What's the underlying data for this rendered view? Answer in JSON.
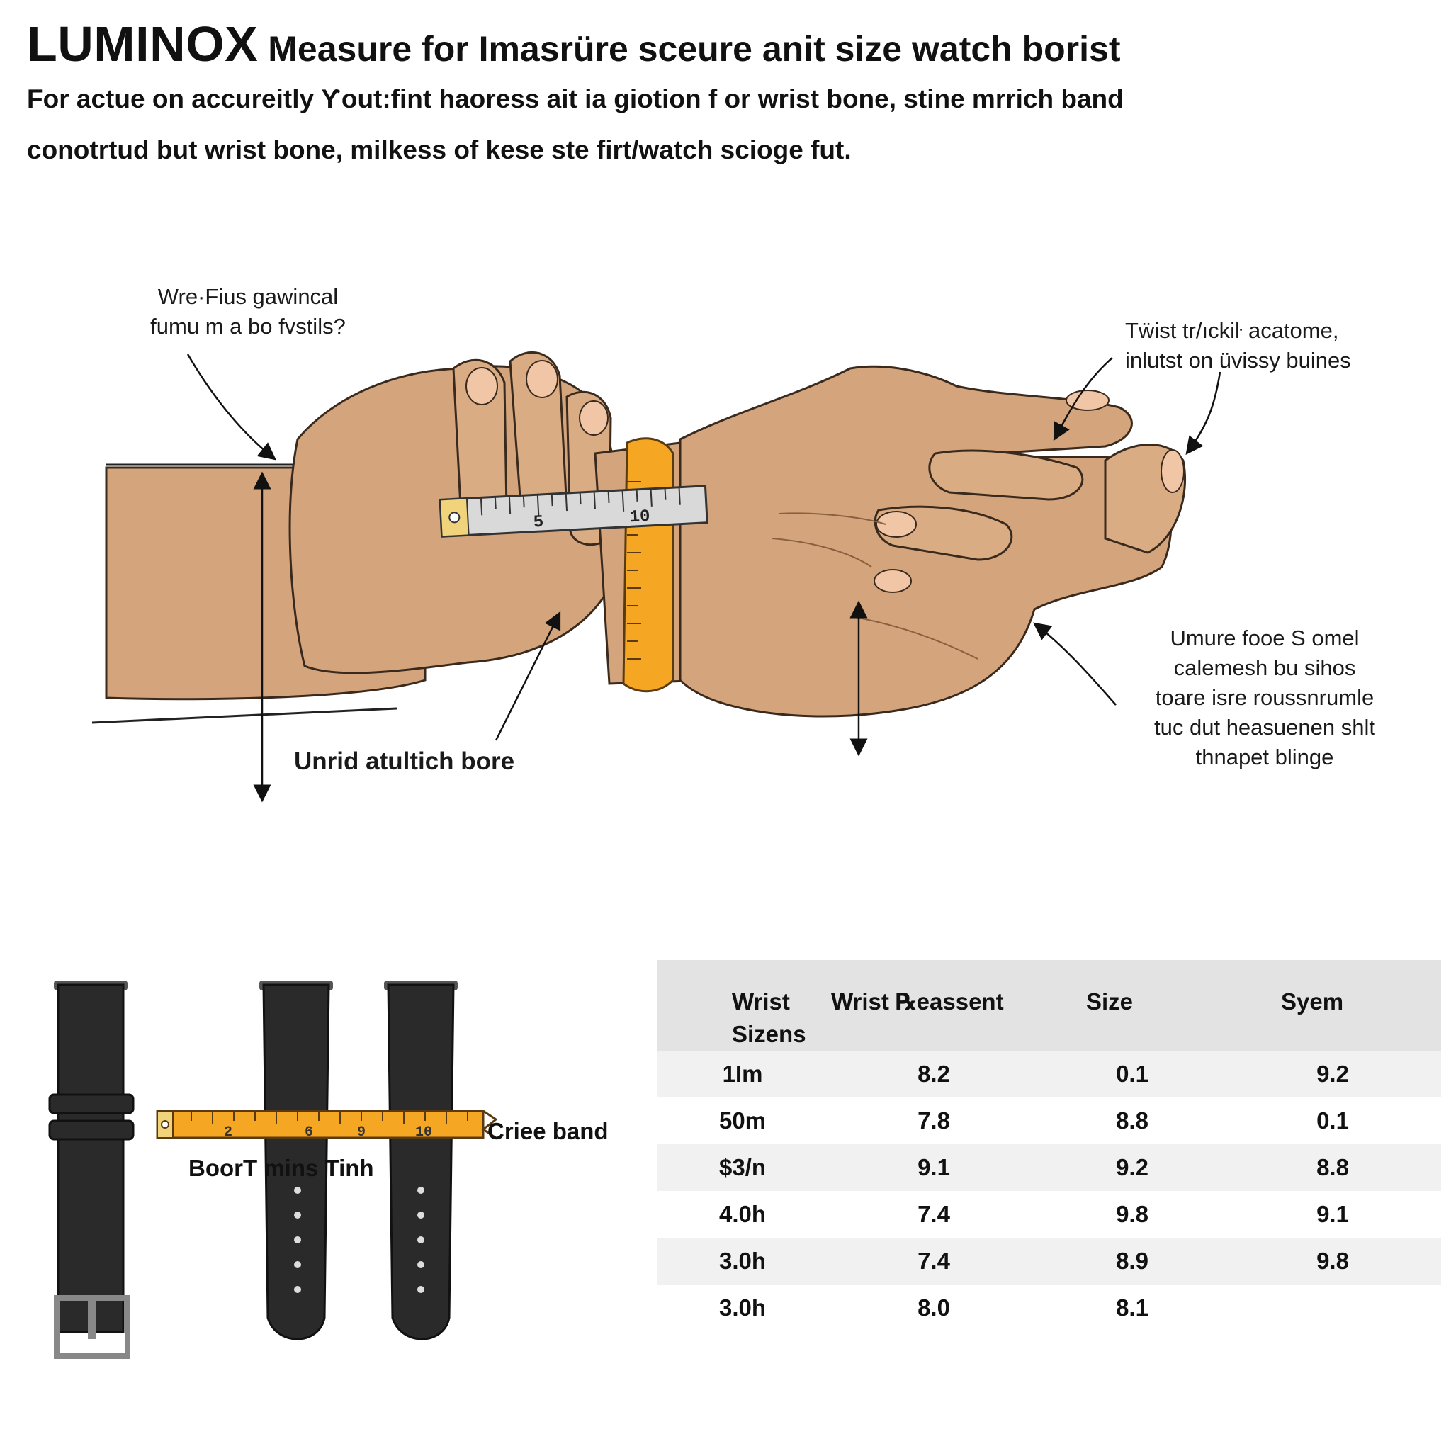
{
  "header": {
    "brand": "LUMINOX",
    "title": "Measure for Imasrüre sceure anit size watch borist",
    "intro_line1": "For actue on accureitly Ƴout:fint haoress ait ia giotion f or wrist bone, stine mrrich band",
    "intro_line2": "conotrtud but wrist bone, milkess of kese ste firt/watch scioge fut."
  },
  "illustration": {
    "callout_left": [
      "Wre·Fius gawincal",
      "fumu m a bo fvstils?"
    ],
    "callout_right_top": [
      "Tẅist tr/ıckiŀ acatome,",
      "inlutst on üvissy buines"
    ],
    "callout_right_bottom": [
      "Umure fooe S omel",
      "calemesh bu sihos",
      "toare isre roussnrumle",
      "tuc dut heasuenen shlt",
      "thnapet blinge"
    ],
    "callout_bottom": "Unrid atultich bore",
    "ruler_marks": [
      "5",
      "10"
    ]
  },
  "straps": {
    "label_strap": "BoorT mins Tinh",
    "label_band": "Criee band",
    "tape_marks": [
      "2",
      "6",
      "9",
      "10"
    ]
  },
  "size_table": {
    "headers": [
      [
        "Wrist",
        "Sizens"
      ],
      [
        "Wrist ℞eassent"
      ],
      [
        "Size"
      ],
      [
        "Syem"
      ]
    ],
    "rows": [
      [
        "1Im",
        "8.2",
        "0.1",
        "9.2"
      ],
      [
        "50m",
        "7.8",
        "8.8",
        "0.1"
      ],
      [
        "$3/n",
        "9.1",
        "9.2",
        "8.8"
      ],
      [
        "4.0h",
        "7.4",
        "9.8",
        "9.1"
      ],
      [
        "3.0h",
        "7.4",
        "8.9",
        "9.8"
      ],
      [
        "3.0h",
        "8.0",
        "8.1",
        ""
      ]
    ]
  },
  "colors": {
    "skin": "#d4a57c",
    "skin_shadow": "#b9845c",
    "tape": "#f5a623",
    "ruler": "#d9d9d9",
    "strap": "#2a2a2a",
    "table_header_bg": "#e3e3e3",
    "table_stripe_bg": "#f1f1f1"
  }
}
